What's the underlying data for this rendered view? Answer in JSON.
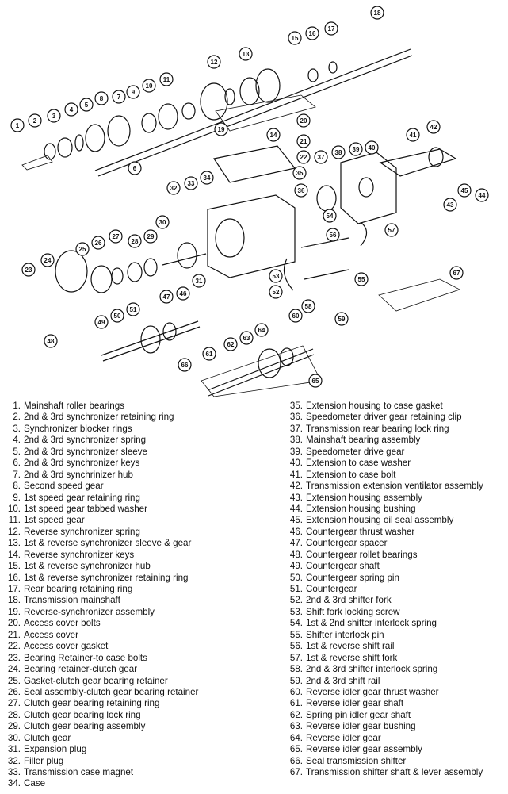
{
  "callouts": [
    "1",
    "2",
    "3",
    "4",
    "5",
    "6",
    "7",
    "8",
    "9",
    "10",
    "11",
    "12",
    "13",
    "14",
    "15",
    "16",
    "17",
    "18",
    "19",
    "20",
    "21",
    "22",
    "23",
    "24",
    "25",
    "26",
    "27",
    "28",
    "29",
    "30",
    "31",
    "32",
    "33",
    "34",
    "35",
    "36",
    "37",
    "38",
    "39",
    "40",
    "41",
    "42",
    "43",
    "44",
    "45",
    "46",
    "47",
    "48",
    "49",
    "50",
    "51",
    "52",
    "53",
    "54",
    "55",
    "56",
    "57",
    "58",
    "59",
    "60",
    "61",
    "62",
    "63",
    "64",
    "65",
    "66",
    "67"
  ],
  "legend": {
    "left": [
      {
        "num": "1.",
        "text": "Mainshaft roller bearings"
      },
      {
        "num": "2.",
        "text": "2nd & 3rd synchronizer retaining ring"
      },
      {
        "num": "3.",
        "text": "Synchronizer blocker rings"
      },
      {
        "num": "4.",
        "text": "2nd & 3rd synchronizer spring"
      },
      {
        "num": "5.",
        "text": "2nd & 3rd synchronizer sleeve"
      },
      {
        "num": "6.",
        "text": "2nd & 3rd synchronizer keys"
      },
      {
        "num": "7.",
        "text": "2nd & 3rd synchrinizer hub"
      },
      {
        "num": "8.",
        "text": "Second speed gear"
      },
      {
        "num": "9.",
        "text": "1st speed gear retaining ring"
      },
      {
        "num": "10.",
        "text": "1st speed gear tabbed washer"
      },
      {
        "num": "11.",
        "text": "1st speed gear"
      },
      {
        "num": "12.",
        "text": "Reverse synchronizer spring"
      },
      {
        "num": "13.",
        "text": "1st & reverse synchronizer sleeve & gear"
      },
      {
        "num": "14.",
        "text": "Reverse synchronizer keys"
      },
      {
        "num": "15.",
        "text": "1st & reverse synchronizer hub"
      },
      {
        "num": "16.",
        "text": "1st & reverse synchronizer retaining ring"
      },
      {
        "num": "17.",
        "text": "Rear bearing retaining ring"
      },
      {
        "num": "18.",
        "text": "Transmission mainshaft"
      },
      {
        "num": "19.",
        "text": "Reverse-synchronizer assembly"
      },
      {
        "num": "20.",
        "text": "Access cover bolts"
      },
      {
        "num": "21.",
        "text": "Access cover"
      },
      {
        "num": "22.",
        "text": "Access cover gasket"
      },
      {
        "num": "23.",
        "text": "Bearing Retainer-to case bolts"
      },
      {
        "num": "24.",
        "text": "Bearing retainer-clutch gear"
      },
      {
        "num": "25.",
        "text": "Gasket-clutch gear bearing retainer"
      },
      {
        "num": "26.",
        "text": "Seal assembly-clutch gear bearing retainer"
      },
      {
        "num": "27.",
        "text": "Clutch gear bearing retaining ring"
      },
      {
        "num": "28.",
        "text": "Clutch gear bearing lock ring"
      },
      {
        "num": "29.",
        "text": "Clutch gear bearing assembly"
      },
      {
        "num": "30.",
        "text": "Clutch gear"
      },
      {
        "num": "31.",
        "text": "Expansion plug"
      },
      {
        "num": "32.",
        "text": "Filler plug"
      },
      {
        "num": "33.",
        "text": "Transmission case magnet"
      },
      {
        "num": "34.",
        "text": "Case"
      }
    ],
    "right": [
      {
        "num": "35.",
        "text": "Extension housing to case gasket"
      },
      {
        "num": "36.",
        "text": "Speedometer driver gear retaining clip"
      },
      {
        "num": "37.",
        "text": "Transmission rear bearing lock ring"
      },
      {
        "num": "38.",
        "text": "Mainshaft bearing assembly"
      },
      {
        "num": "39.",
        "text": "Speedometer drive gear"
      },
      {
        "num": "40.",
        "text": "Extension to case washer"
      },
      {
        "num": "41.",
        "text": "Extension to case bolt"
      },
      {
        "num": "42.",
        "text": "Transmission extension ventilator assembly"
      },
      {
        "num": "43.",
        "text": "Extension housing assembly"
      },
      {
        "num": "44.",
        "text": "Extension housing bushing"
      },
      {
        "num": "45.",
        "text": "Extension housing oil seal assembly"
      },
      {
        "num": "46.",
        "text": "Countergear thrust washer"
      },
      {
        "num": "47.",
        "text": "Countergear spacer"
      },
      {
        "num": "48.",
        "text": "Countergear rollet bearings"
      },
      {
        "num": "49.",
        "text": "Countergear shaft"
      },
      {
        "num": "50.",
        "text": "Countergear spring pin"
      },
      {
        "num": "51.",
        "text": "Countergear"
      },
      {
        "num": "52.",
        "text": "2nd & 3rd shifter fork"
      },
      {
        "num": "53.",
        "text": "Shift fork locking screw"
      },
      {
        "num": "54.",
        "text": "1st & 2nd shifter interlock spring"
      },
      {
        "num": "55.",
        "text": "Shifter interlock pin"
      },
      {
        "num": "56.",
        "text": "1st & reverse shift rail"
      },
      {
        "num": "57.",
        "text": "1st & reverse shift fork"
      },
      {
        "num": "58.",
        "text": "2nd & 3rd shifter interlock spring"
      },
      {
        "num": "59.",
        "text": "2nd & 3rd shift rail"
      },
      {
        "num": "60.",
        "text": "Reverse idler gear thrust washer"
      },
      {
        "num": "61.",
        "text": "Reverse idler gear shaft"
      },
      {
        "num": "62.",
        "text": "Spring pin idler gear shaft"
      },
      {
        "num": "63.",
        "text": "Reverse idler gear bushing"
      },
      {
        "num": "64.",
        "text": "Reverse idler gear"
      },
      {
        "num": "65.",
        "text": "Reverse idler gear assembly"
      },
      {
        "num": "66.",
        "text": "Seal transmission shifter"
      },
      {
        "num": "67.",
        "text": "Transmission shifter shaft & lever assembly"
      }
    ]
  }
}
